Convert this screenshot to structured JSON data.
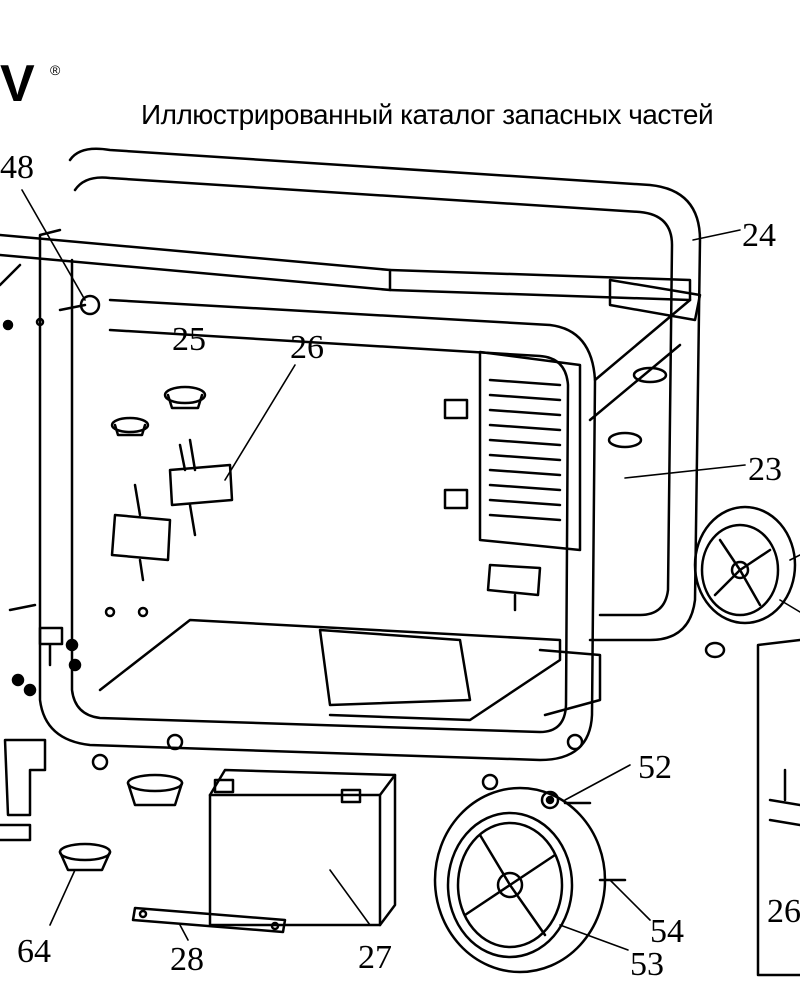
{
  "header": {
    "brand": "V",
    "registered": "®",
    "title": "Иллюстрированный каталог запасных частей"
  },
  "callouts": {
    "c48": "48",
    "c24": "24",
    "c25": "25",
    "c26": "26",
    "c23": "23",
    "c52": "52",
    "c54": "54",
    "c53": "53",
    "c64": "64",
    "c28": "28",
    "c27": "27",
    "c26b": "26"
  }
}
